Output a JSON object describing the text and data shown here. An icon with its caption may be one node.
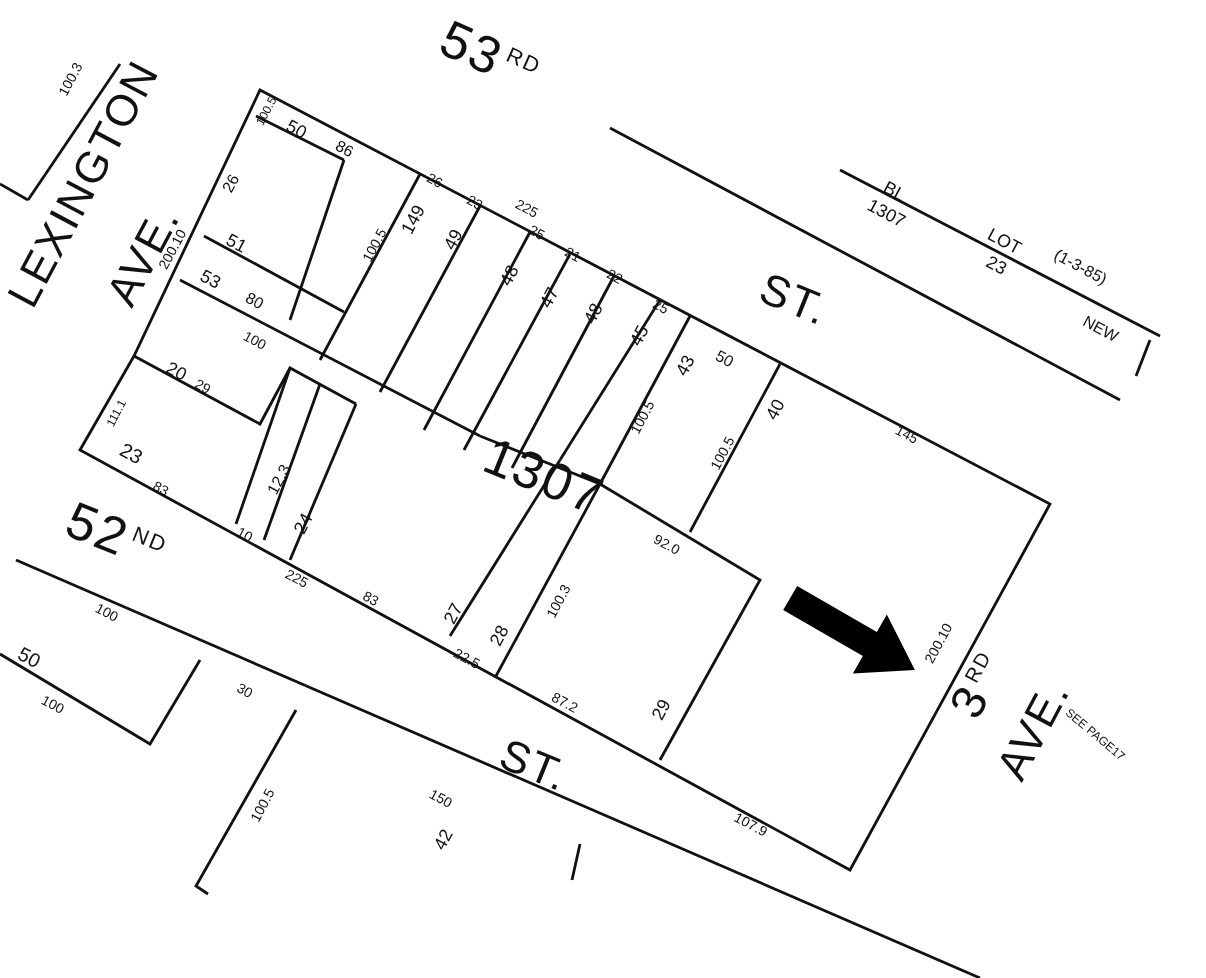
{
  "diagram": {
    "labels": [
      "53$^{RD}$",
      "LEXINGTON",
      "AVE.",
      "100.3",
      "100.5",
      "50",
      "86",
      "26",
      "51",
      "53",
      "80",
      "100",
      "200.10",
      "100.5",
      "149",
      "26",
      "49",
      "23",
      "225",
      "25",
      "48",
      "21",
      "47",
      "22",
      "48",
      "25",
      "45",
      "43",
      "100.5",
      "ST.",
      "50",
      "BL",
      "1307",
      "LOT",
      "(1-3-85)",
      "23",
      "NEW",
      "40",
      "145",
      "100.5",
      "20",
      "29",
      "111.1",
      "1307",
      "23",
      "83",
      "52$^{ND}$",
      "12.3",
      "10",
      "24",
      "225",
      "83",
      "27",
      "28",
      "22.5",
      "100.3",
      "92.0",
      "87.2",
      "29",
      "200.10",
      "3$^{RD}$",
      "AVE.",
      "SEE PAGE17",
      "ST.",
      "107.9",
      "100",
      "50",
      "100",
      "30",
      "100.5",
      "150",
      "42"
    ]
  }
}
